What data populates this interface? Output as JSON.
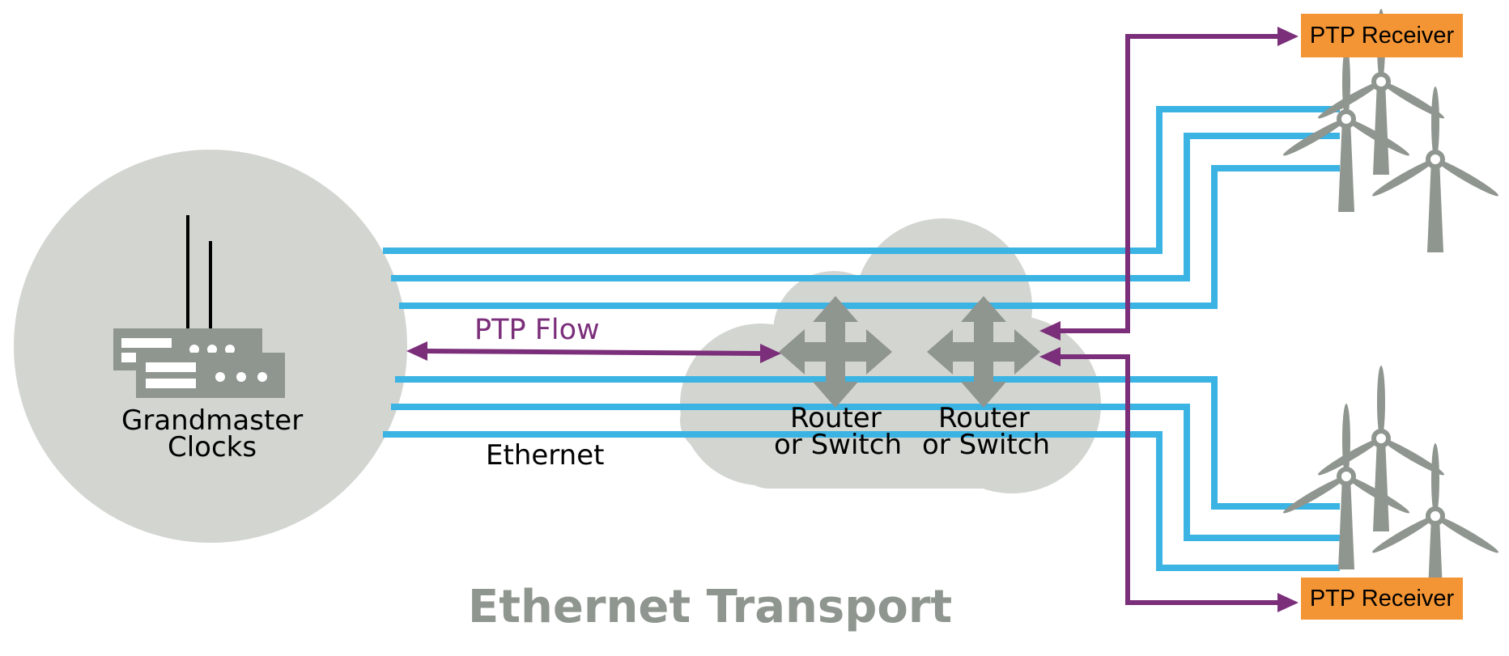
{
  "labels": {
    "grandmaster_line1": "Grandmaster",
    "grandmaster_line2": "Clocks",
    "ptp_flow": "PTP Flow",
    "ethernet": "Ethernet",
    "router1_line1": "Router",
    "router1_line2": "or Switch",
    "router2_line1": "Router",
    "router2_line2": "or Switch",
    "ptp_receiver_top": "PTP Receiver",
    "ptp_receiver_bottom": "PTP Receiver"
  },
  "title": "Ethernet Transport",
  "colors": {
    "ethernet_line": "#3bb3e3",
    "ptp_line": "#7b2f7a",
    "receiver_box": "#f39534",
    "grey_fill": "#d3d5d1",
    "device_grey": "#8f958f",
    "title_text": "#8f958f"
  },
  "icons": [
    "grandmaster-clock-icon",
    "router-switch-icon",
    "wind-turbine-icon",
    "cloud-icon"
  ]
}
